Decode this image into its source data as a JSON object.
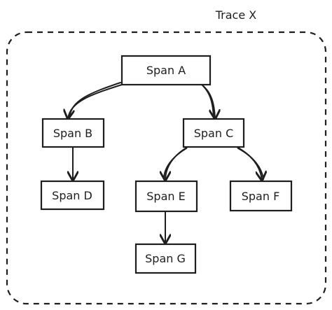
{
  "trace": {
    "title": "Trace X"
  },
  "spans": {
    "a": "Span A",
    "b": "Span B",
    "c": "Span C",
    "d": "Span D",
    "e": "Span E",
    "f": "Span F",
    "g": "Span G"
  },
  "edges": [
    {
      "from": "Span A",
      "to": "Span B"
    },
    {
      "from": "Span A",
      "to": "Span C"
    },
    {
      "from": "Span B",
      "to": "Span D"
    },
    {
      "from": "Span C",
      "to": "Span E"
    },
    {
      "from": "Span C",
      "to": "Span F"
    },
    {
      "from": "Span E",
      "to": "Span G"
    }
  ]
}
